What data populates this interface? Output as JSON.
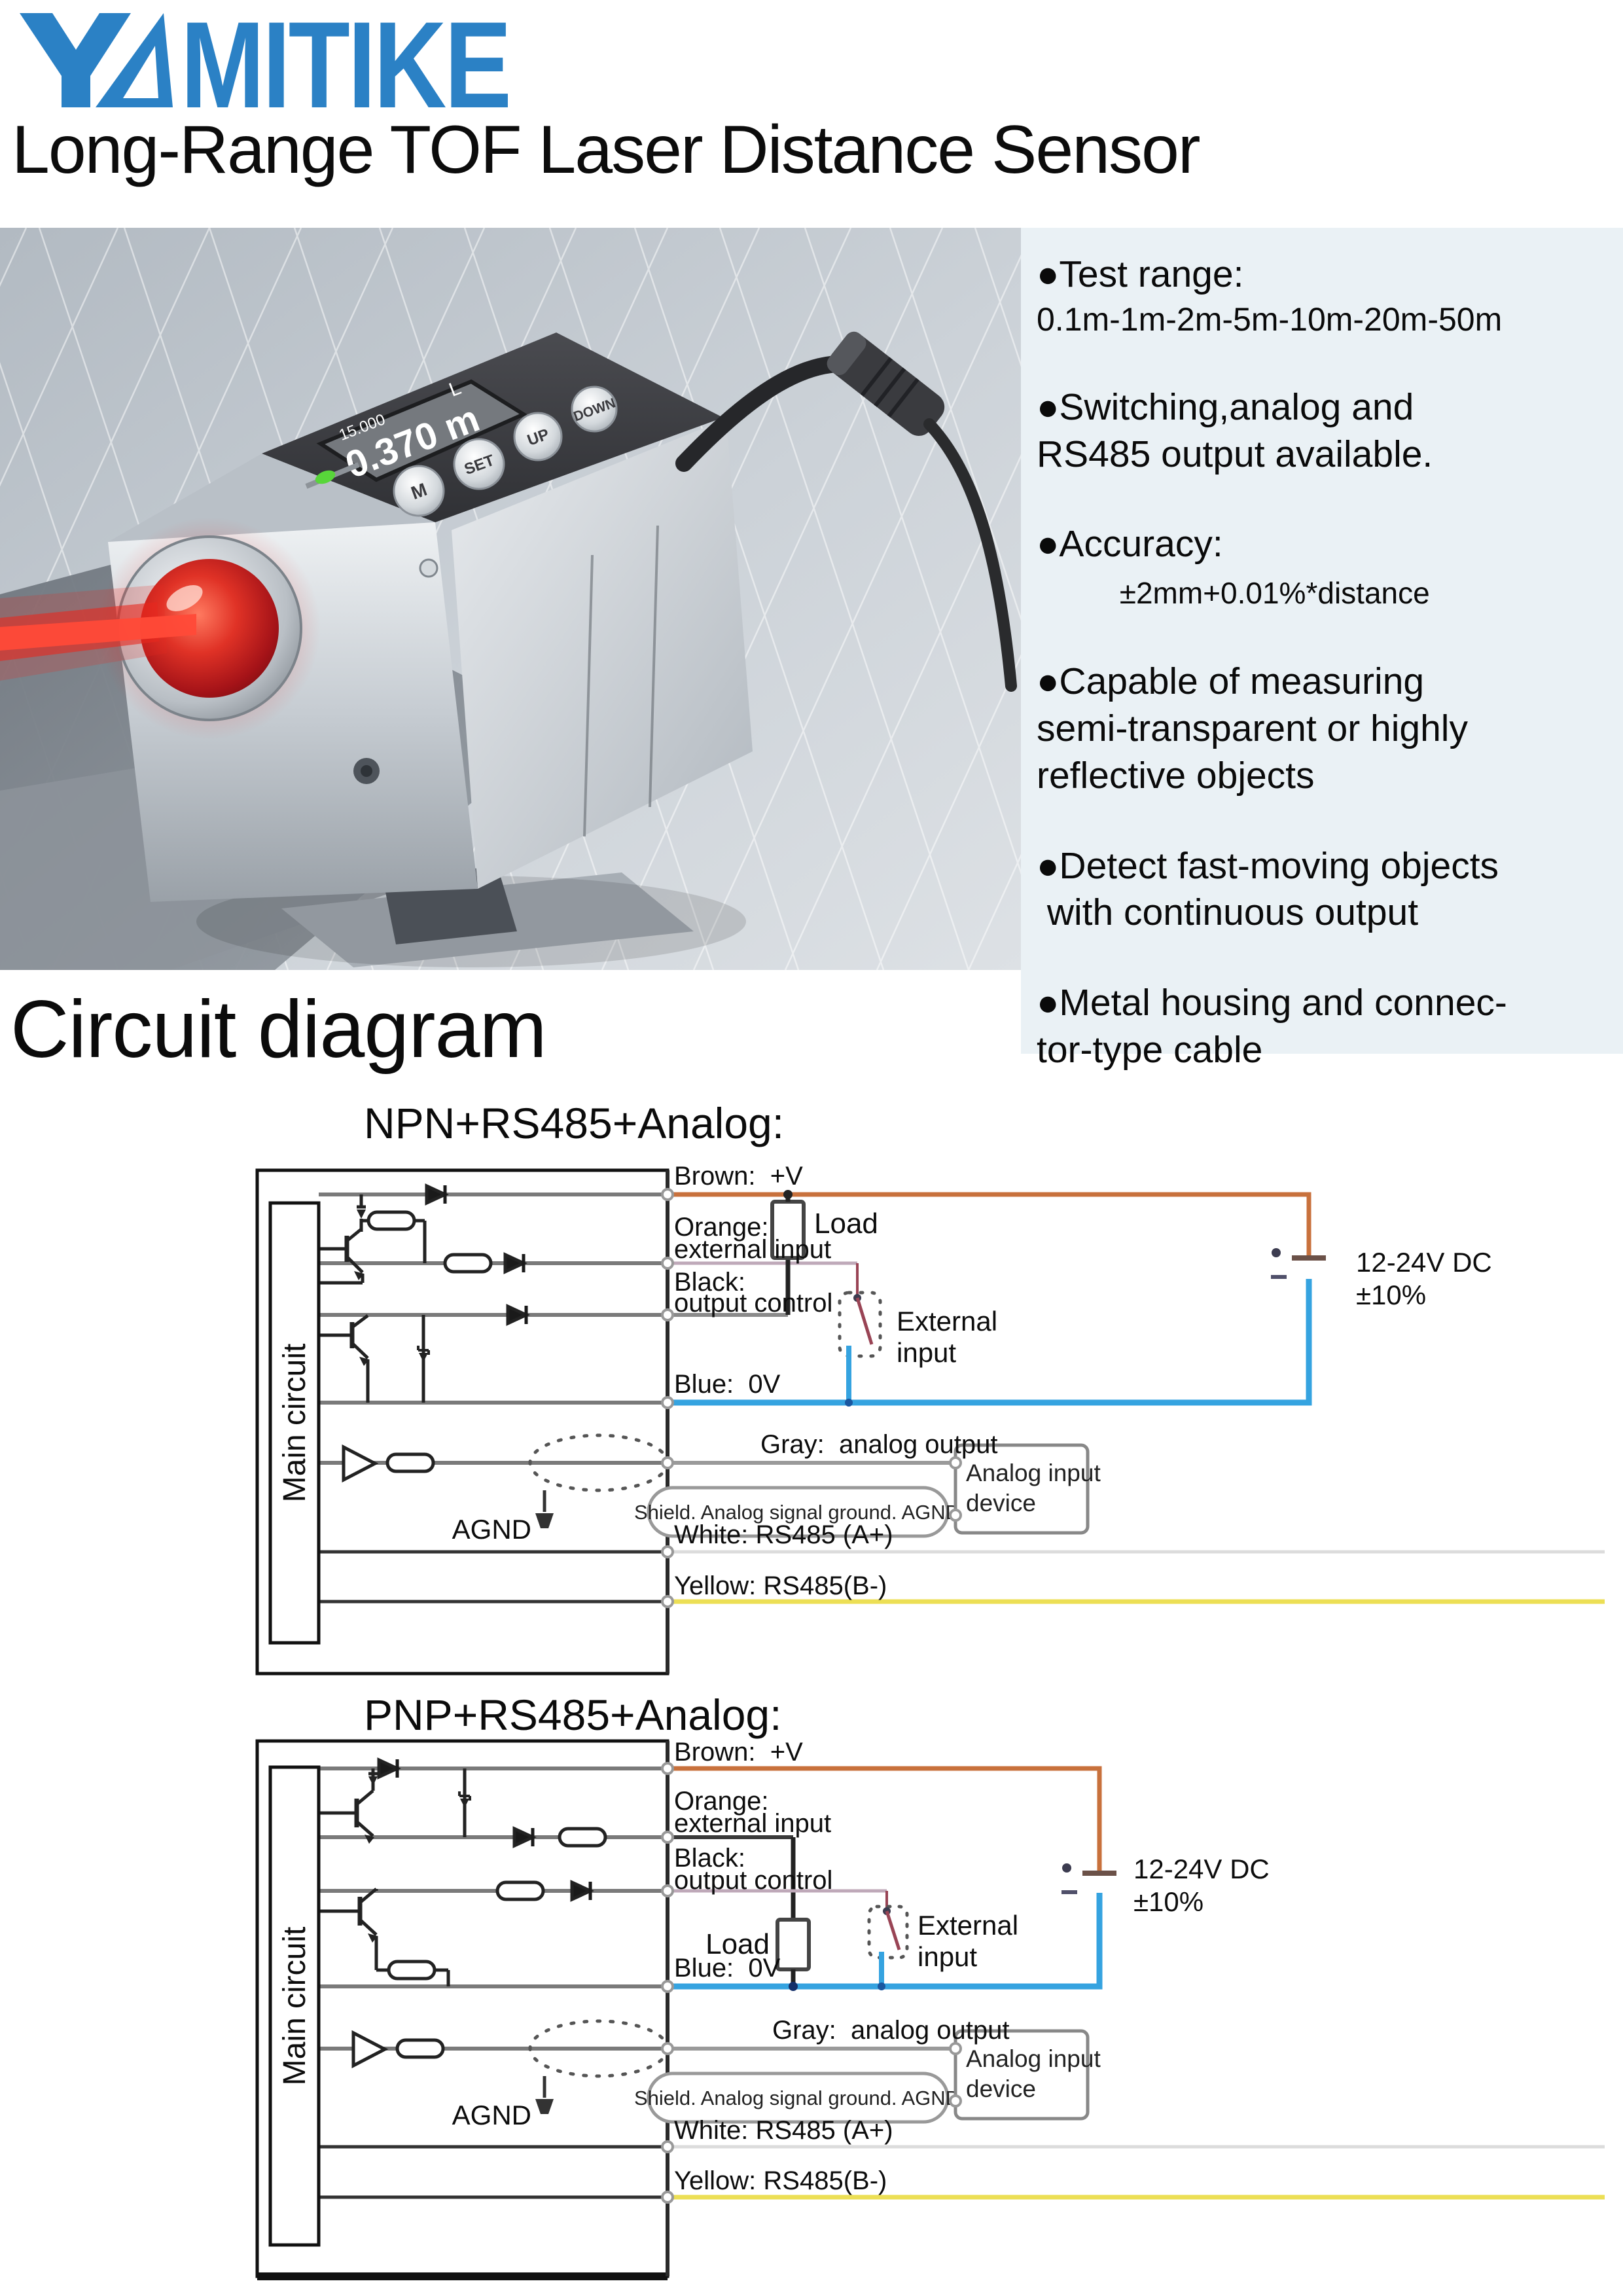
{
  "brand": {
    "logo_prefix": "YA",
    "logo_suffix": "MITIKE"
  },
  "title": "Long-Range TOF Laser Distance Sensor",
  "section_title": "Circuit diagram",
  "photo": {
    "display_small": "15.000",
    "display_main": "0.370 m",
    "display_mode": "L",
    "buttons": [
      "M",
      "SET",
      "UP",
      "DOWN"
    ]
  },
  "features": [
    [
      "●Test range:",
      "0.1m-1m-2m-5m-10m-20m-50m"
    ],
    [
      "●Switching,analog and",
      "RS485 output available."
    ],
    [
      "●Accuracy:",
      "±2mm+0.01%*distance"
    ],
    [
      "●Capable of measuring",
      "semi-transparent or highly",
      "reflective objects"
    ],
    [
      "●Detect fast-moving objects",
      " with continuous output"
    ],
    [
      "●Metal housing and connec-",
      "tor-type cable"
    ]
  ],
  "diagrams": {
    "npn_title": "NPN+RS485+Analog:",
    "pnp_title": "PNP+RS485+Analog:"
  },
  "circuit_labels": {
    "main_circuit": "Main circuit",
    "brown": "Brown:  +V",
    "orange_l1": "Orange:",
    "orange_l2": "external input",
    "black_l1": "Black:",
    "black_l2": "output control",
    "blue": "Blue:  0V",
    "gray": "Gray:  analog output",
    "white": "White: RS485 (A+)",
    "yellow": "Yellow: RS485(B-)",
    "load": "Load",
    "external_l1": "External",
    "external_l2": "input",
    "power_l1": "12-24V DC",
    "power_l2": "±10%",
    "agnd": "AGND",
    "shield": "Shield. Analog signal ground. AGND",
    "device_l1": "Analog input",
    "device_l2": "device"
  },
  "colors": {
    "brand_blue": "#2b81c5",
    "panel_bg": "#eaf1f5",
    "wire_brown": "#c8713c",
    "wire_blue": "#35a3e0",
    "wire_yellow": "#ecdf55",
    "wire_gray": "#9a9a9a",
    "wire_white": "#dcdcdc",
    "wire_lavender": "#bfa9b9",
    "wire_darkred": "#994455",
    "laser_red": "#e8281e"
  }
}
